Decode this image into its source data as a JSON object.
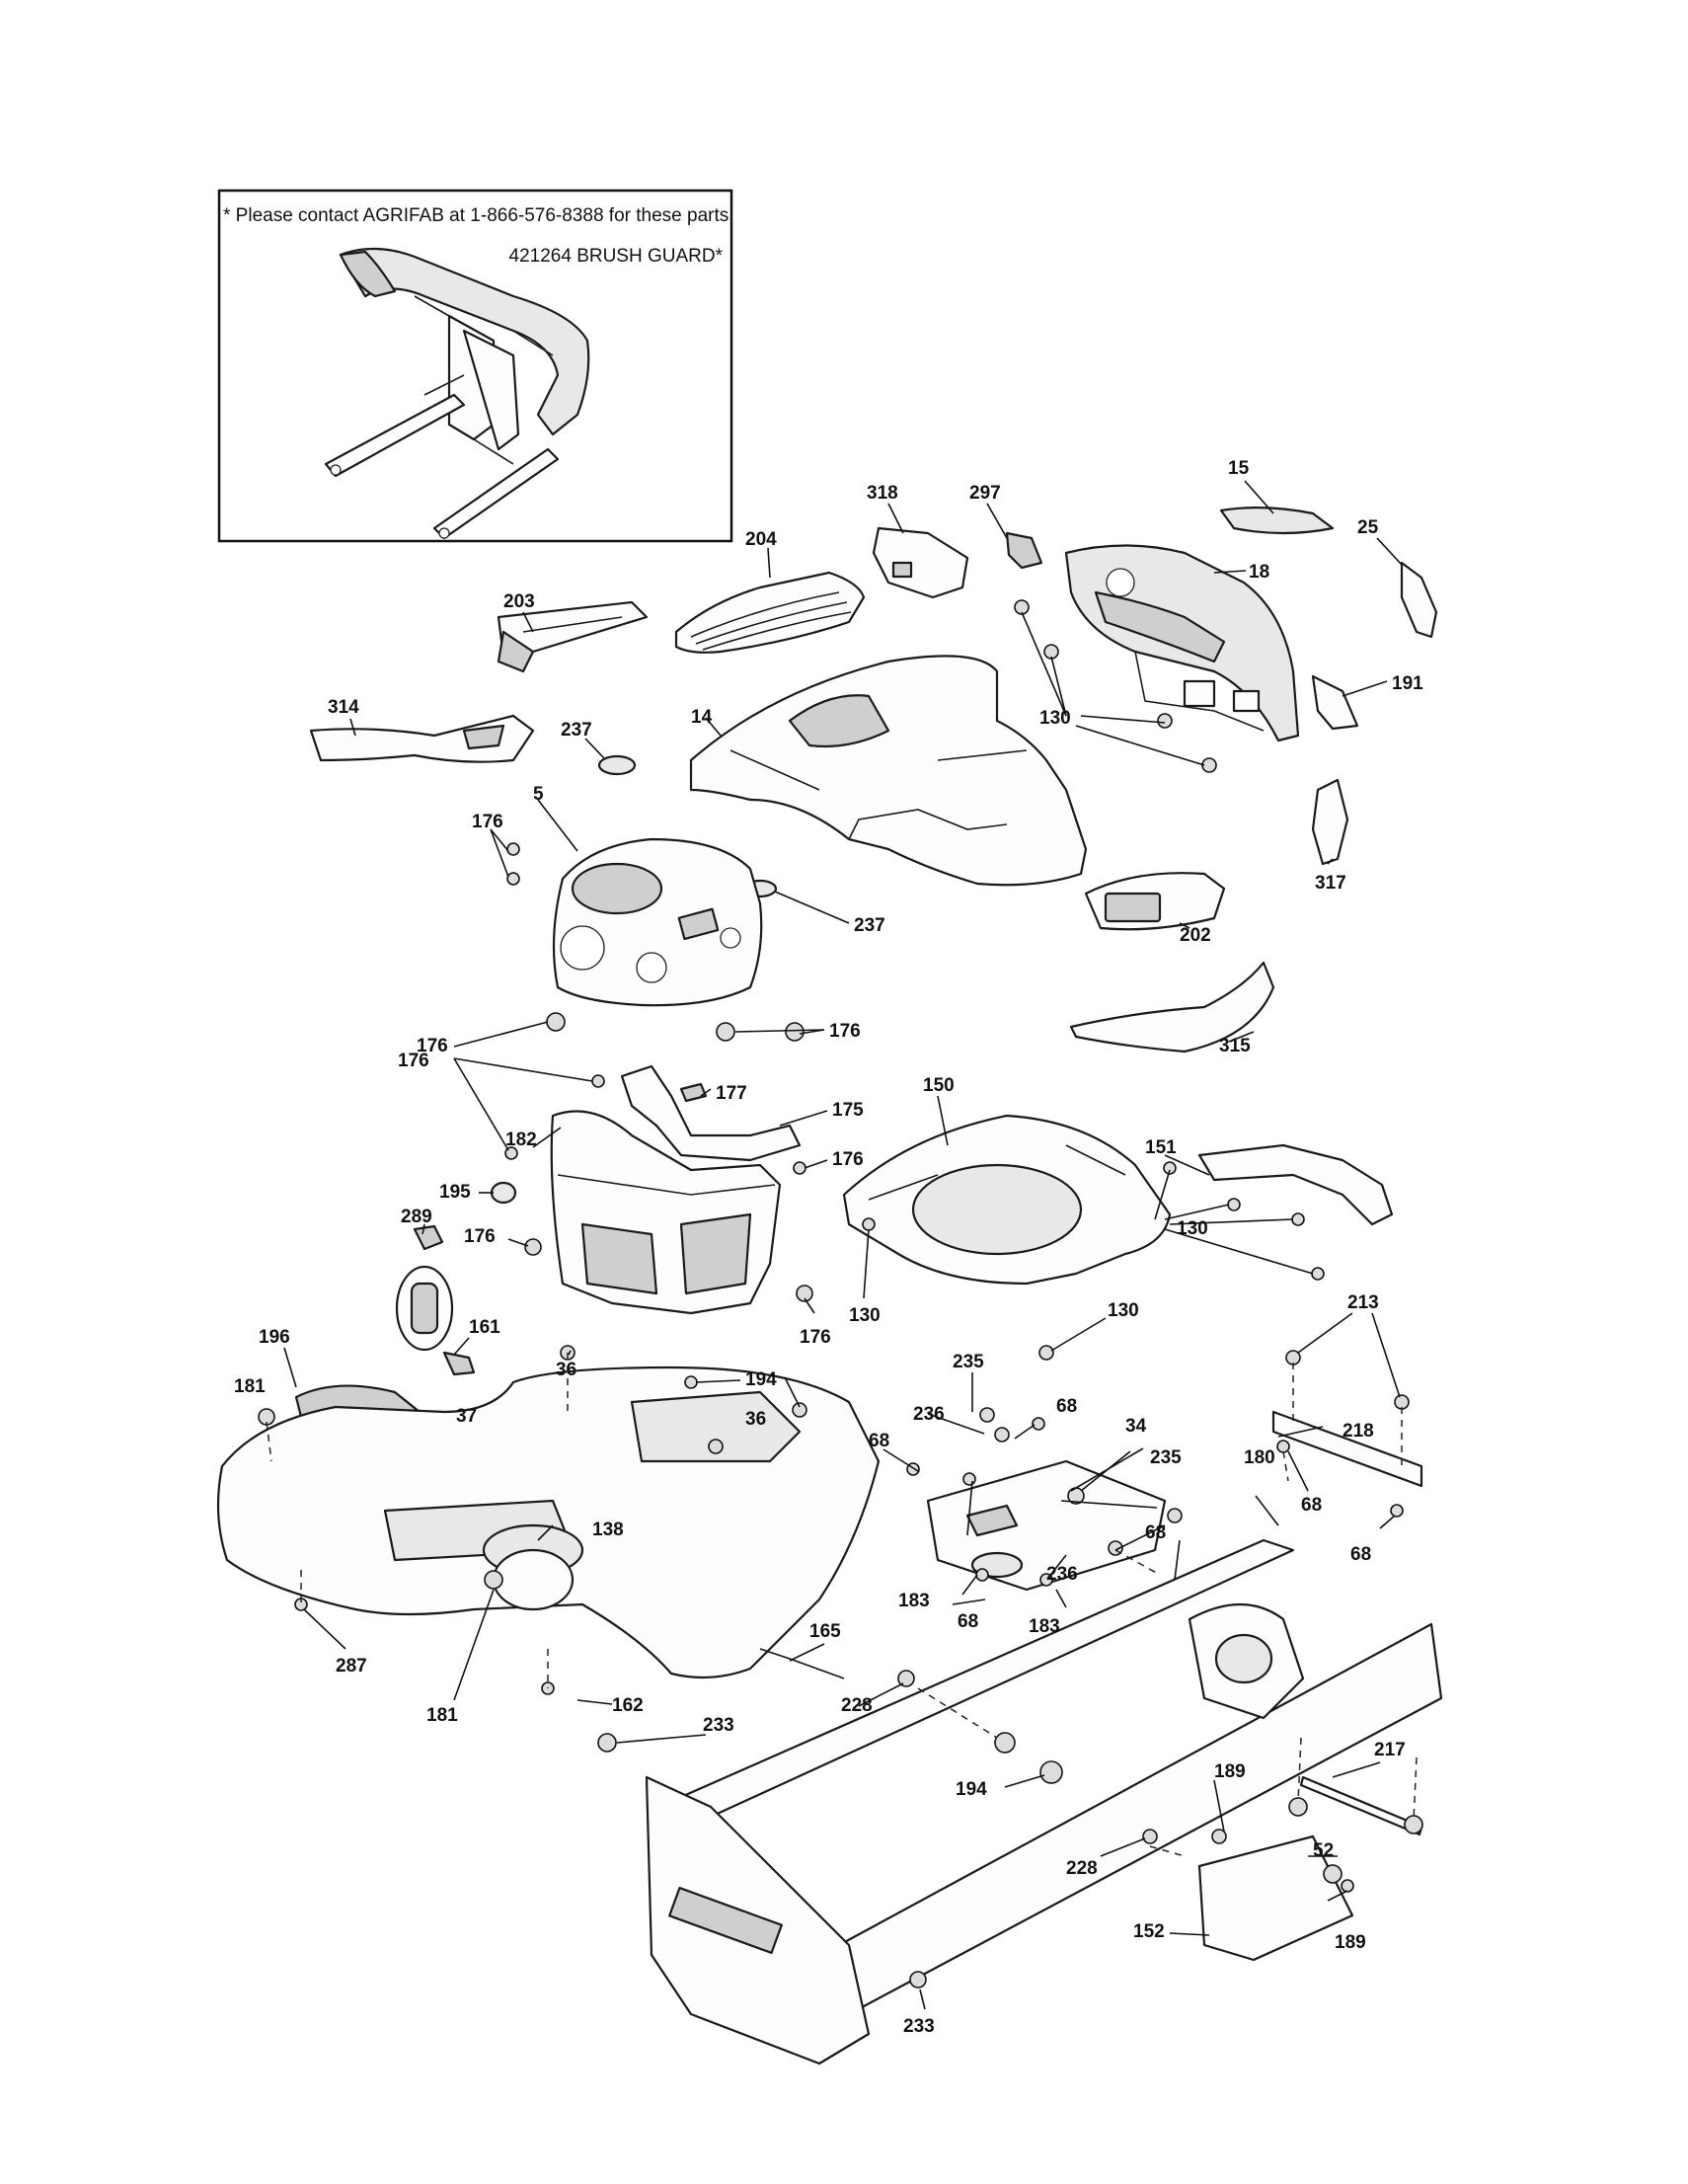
{
  "inset": {
    "note": "* Please contact AGRIFAB at 1-866-576-8388 for these parts.",
    "part_label": "421264 BRUSH GUARD*"
  },
  "callouts": [
    {
      "id": "c15",
      "text": "15"
    },
    {
      "id": "c25",
      "text": "25"
    },
    {
      "id": "c318",
      "text": "318"
    },
    {
      "id": "c297",
      "text": "297"
    },
    {
      "id": "c204",
      "text": "204"
    },
    {
      "id": "c18",
      "text": "18"
    },
    {
      "id": "c203",
      "text": "203"
    },
    {
      "id": "c191",
      "text": "191"
    },
    {
      "id": "c130a",
      "text": "130"
    },
    {
      "id": "c314",
      "text": "314"
    },
    {
      "id": "c237a",
      "text": "237"
    },
    {
      "id": "c14",
      "text": "14"
    },
    {
      "id": "c5",
      "text": "5"
    },
    {
      "id": "c176a",
      "text": "176"
    },
    {
      "id": "c237b",
      "text": "237"
    },
    {
      "id": "c202",
      "text": "202"
    },
    {
      "id": "c317",
      "text": "317"
    },
    {
      "id": "c176b",
      "text": "176"
    },
    {
      "id": "c176c",
      "text": "176"
    },
    {
      "id": "c315",
      "text": "315"
    },
    {
      "id": "c151",
      "text": "151"
    },
    {
      "id": "c176d",
      "text": "176"
    },
    {
      "id": "c177",
      "text": "177"
    },
    {
      "id": "c182",
      "text": "182"
    },
    {
      "id": "c175",
      "text": "175"
    },
    {
      "id": "c150",
      "text": "150"
    },
    {
      "id": "c176e",
      "text": "176"
    },
    {
      "id": "c130b",
      "text": "130"
    },
    {
      "id": "c195",
      "text": "195"
    },
    {
      "id": "c176f",
      "text": "176"
    },
    {
      "id": "c289",
      "text": "289"
    },
    {
      "id": "c130c",
      "text": "130"
    },
    {
      "id": "c130d",
      "text": "130"
    },
    {
      "id": "c176g",
      "text": "176"
    },
    {
      "id": "c213",
      "text": "213"
    },
    {
      "id": "c196",
      "text": "196"
    },
    {
      "id": "c161",
      "text": "161"
    },
    {
      "id": "c36a",
      "text": "36"
    },
    {
      "id": "c194a",
      "text": "194"
    },
    {
      "id": "c235a",
      "text": "235"
    },
    {
      "id": "c181a",
      "text": "181"
    },
    {
      "id": "c68a",
      "text": "68"
    },
    {
      "id": "c34",
      "text": "34"
    },
    {
      "id": "c218",
      "text": "218"
    },
    {
      "id": "c37",
      "text": "37"
    },
    {
      "id": "c36b",
      "text": "36"
    },
    {
      "id": "c236a",
      "text": "236"
    },
    {
      "id": "c68b",
      "text": "68"
    },
    {
      "id": "c235b",
      "text": "235"
    },
    {
      "id": "c180",
      "text": "180"
    },
    {
      "id": "c138",
      "text": "138"
    },
    {
      "id": "c68c",
      "text": "68"
    },
    {
      "id": "c68d",
      "text": "68"
    },
    {
      "id": "c68e",
      "text": "68"
    },
    {
      "id": "c183a",
      "text": "183"
    },
    {
      "id": "c236b",
      "text": "236"
    },
    {
      "id": "c68f",
      "text": "68"
    },
    {
      "id": "c183b",
      "text": "183"
    },
    {
      "id": "c287",
      "text": "287"
    },
    {
      "id": "c165",
      "text": "165"
    },
    {
      "id": "c181b",
      "text": "181"
    },
    {
      "id": "c162",
      "text": "162"
    },
    {
      "id": "c228a",
      "text": "228"
    },
    {
      "id": "c233a",
      "text": "233"
    },
    {
      "id": "c217",
      "text": "217"
    },
    {
      "id": "c194b",
      "text": "194"
    },
    {
      "id": "c189a",
      "text": "189"
    },
    {
      "id": "c52",
      "text": "52"
    },
    {
      "id": "c228b",
      "text": "228"
    },
    {
      "id": "c152",
      "text": "152"
    },
    {
      "id": "c189b",
      "text": "189"
    },
    {
      "id": "c233b",
      "text": "233"
    }
  ]
}
